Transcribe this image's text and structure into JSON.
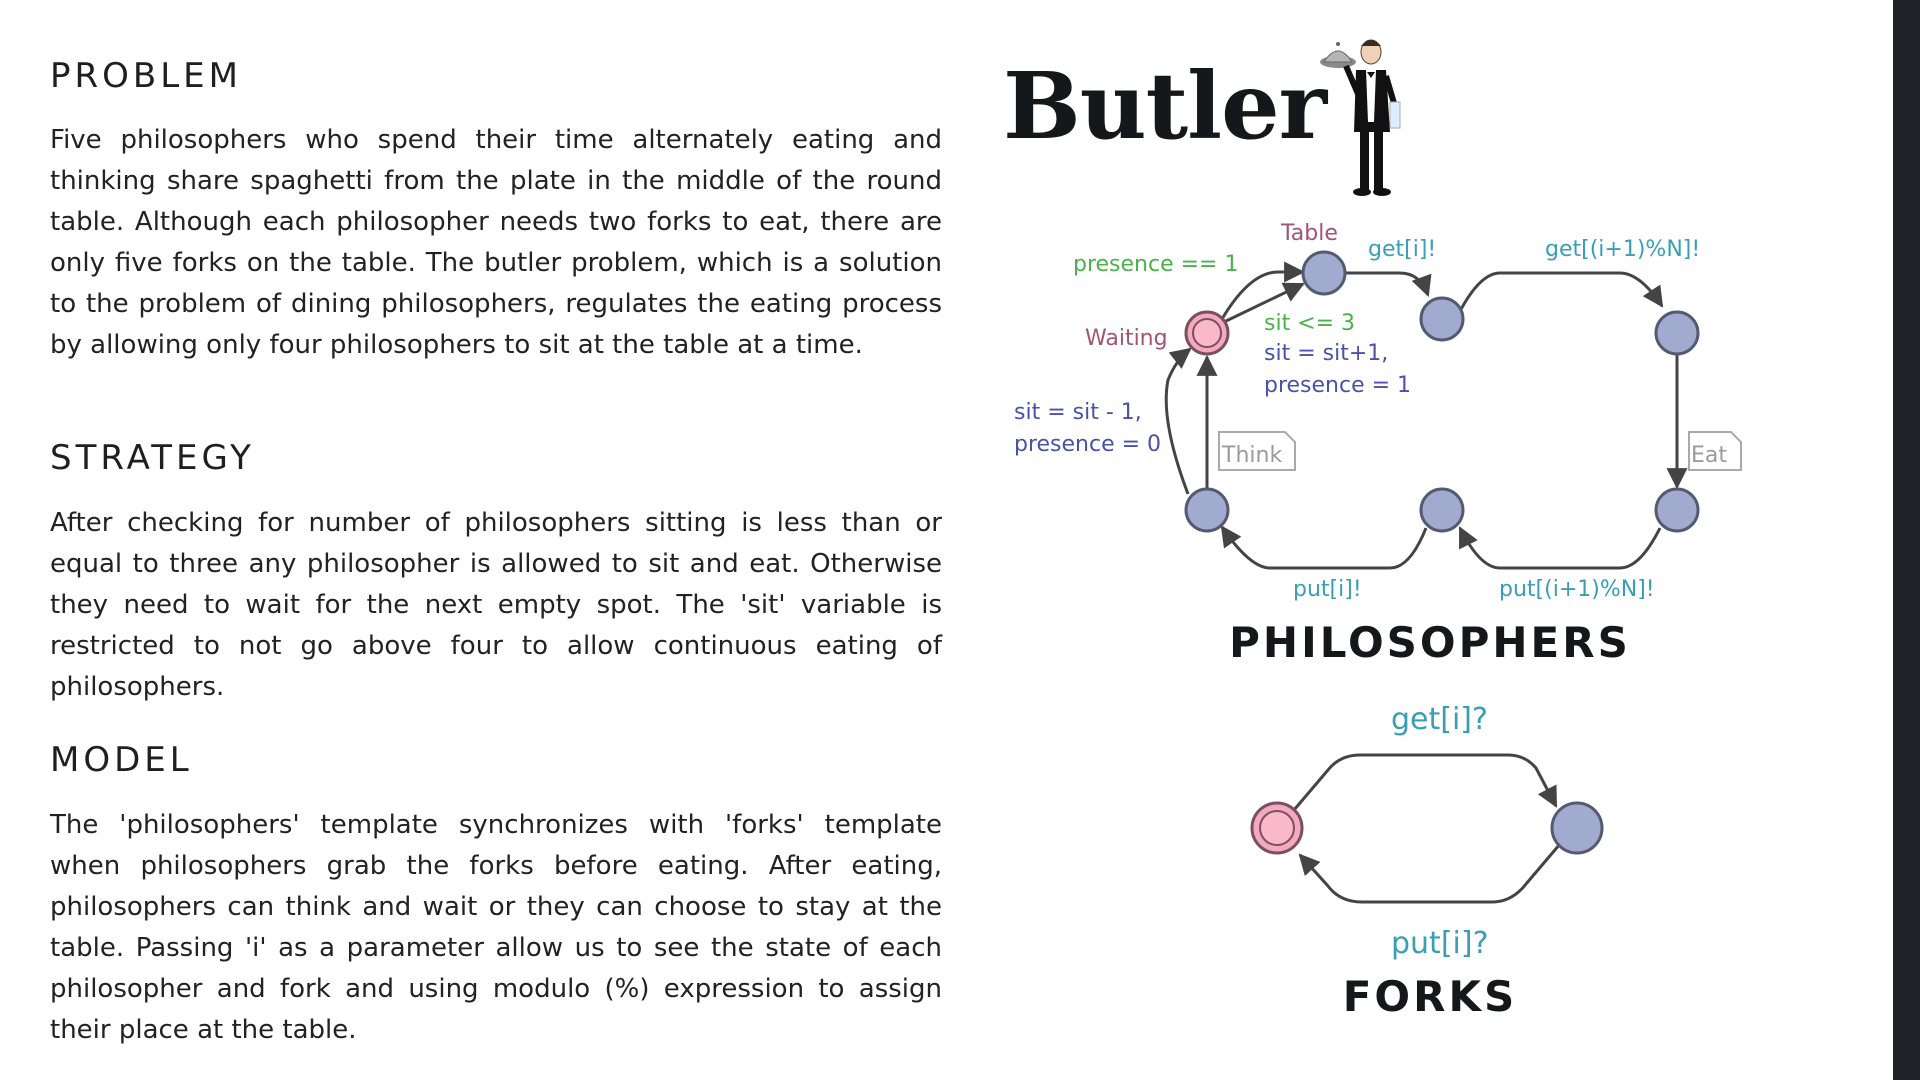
{
  "sections": {
    "problem": {
      "heading": "PROBLEM",
      "body": "Five philosophers who spend their time alternately eating and thinking share spaghetti from the plate in the middle of the round  table. Although each philosopher needs two forks to eat, there are only five forks on the table. The butler problem, which is a solution to the problem of dining philosophers, regulates the eating process by allowing only four philosophers to sit at the table at a time."
    },
    "strategy": {
      "heading": "STRATEGY",
      "body": "After checking for number of philosophers sitting is less than or equal to three any philosopher is allowed to sit and eat. Otherwise they need to wait for the next empty spot. The 'sit' variable is restricted to not go above four to allow continuous eating of philosophers."
    },
    "model": {
      "heading": "MODEL",
      "body": "The 'philosophers' template synchronizes with 'forks' template when philosophers grab the forks before eating. After eating, philosophers can think and wait or they can choose to stay at the table. Passing 'i' as a parameter allow us to see the state of each philosopher and fork and using modulo (%) expression to assign their place at the table."
    }
  },
  "title": "Butler",
  "butler_icon": "butler-figure-icon",
  "philosophers_diagram": {
    "caption": "PHILOSOPHERS",
    "locations": {
      "table": "Table",
      "waiting": "Waiting"
    },
    "guards": {
      "presence": "presence == 1",
      "sit": "sit <= 3"
    },
    "assignments": {
      "sit_inc": "sit = sit+1,",
      "presence_set": "presence = 1",
      "sit_dec": "sit = sit - 1,",
      "presence_clear": "presence = 0"
    },
    "syncs": {
      "get_i": "get[i]!",
      "get_next": "get[(i+1)%N]!",
      "put_i": "put[i]!",
      "put_next": "put[(i+1)%N]!"
    },
    "notes": {
      "think": "Think",
      "eat": "Eat"
    }
  },
  "forks_diagram": {
    "caption": "FORKS",
    "syncs": {
      "get": "get[i]?",
      "put": "put[i]?"
    }
  },
  "colors": {
    "location_fill": "#a1abcf",
    "initial_location_fill": "#f4a9bd",
    "guard": "#49b349",
    "assignment": "#4a52a8",
    "sync": "#3a9fb4",
    "location_name": "#a0566e",
    "sidebar": "#1e2226"
  }
}
